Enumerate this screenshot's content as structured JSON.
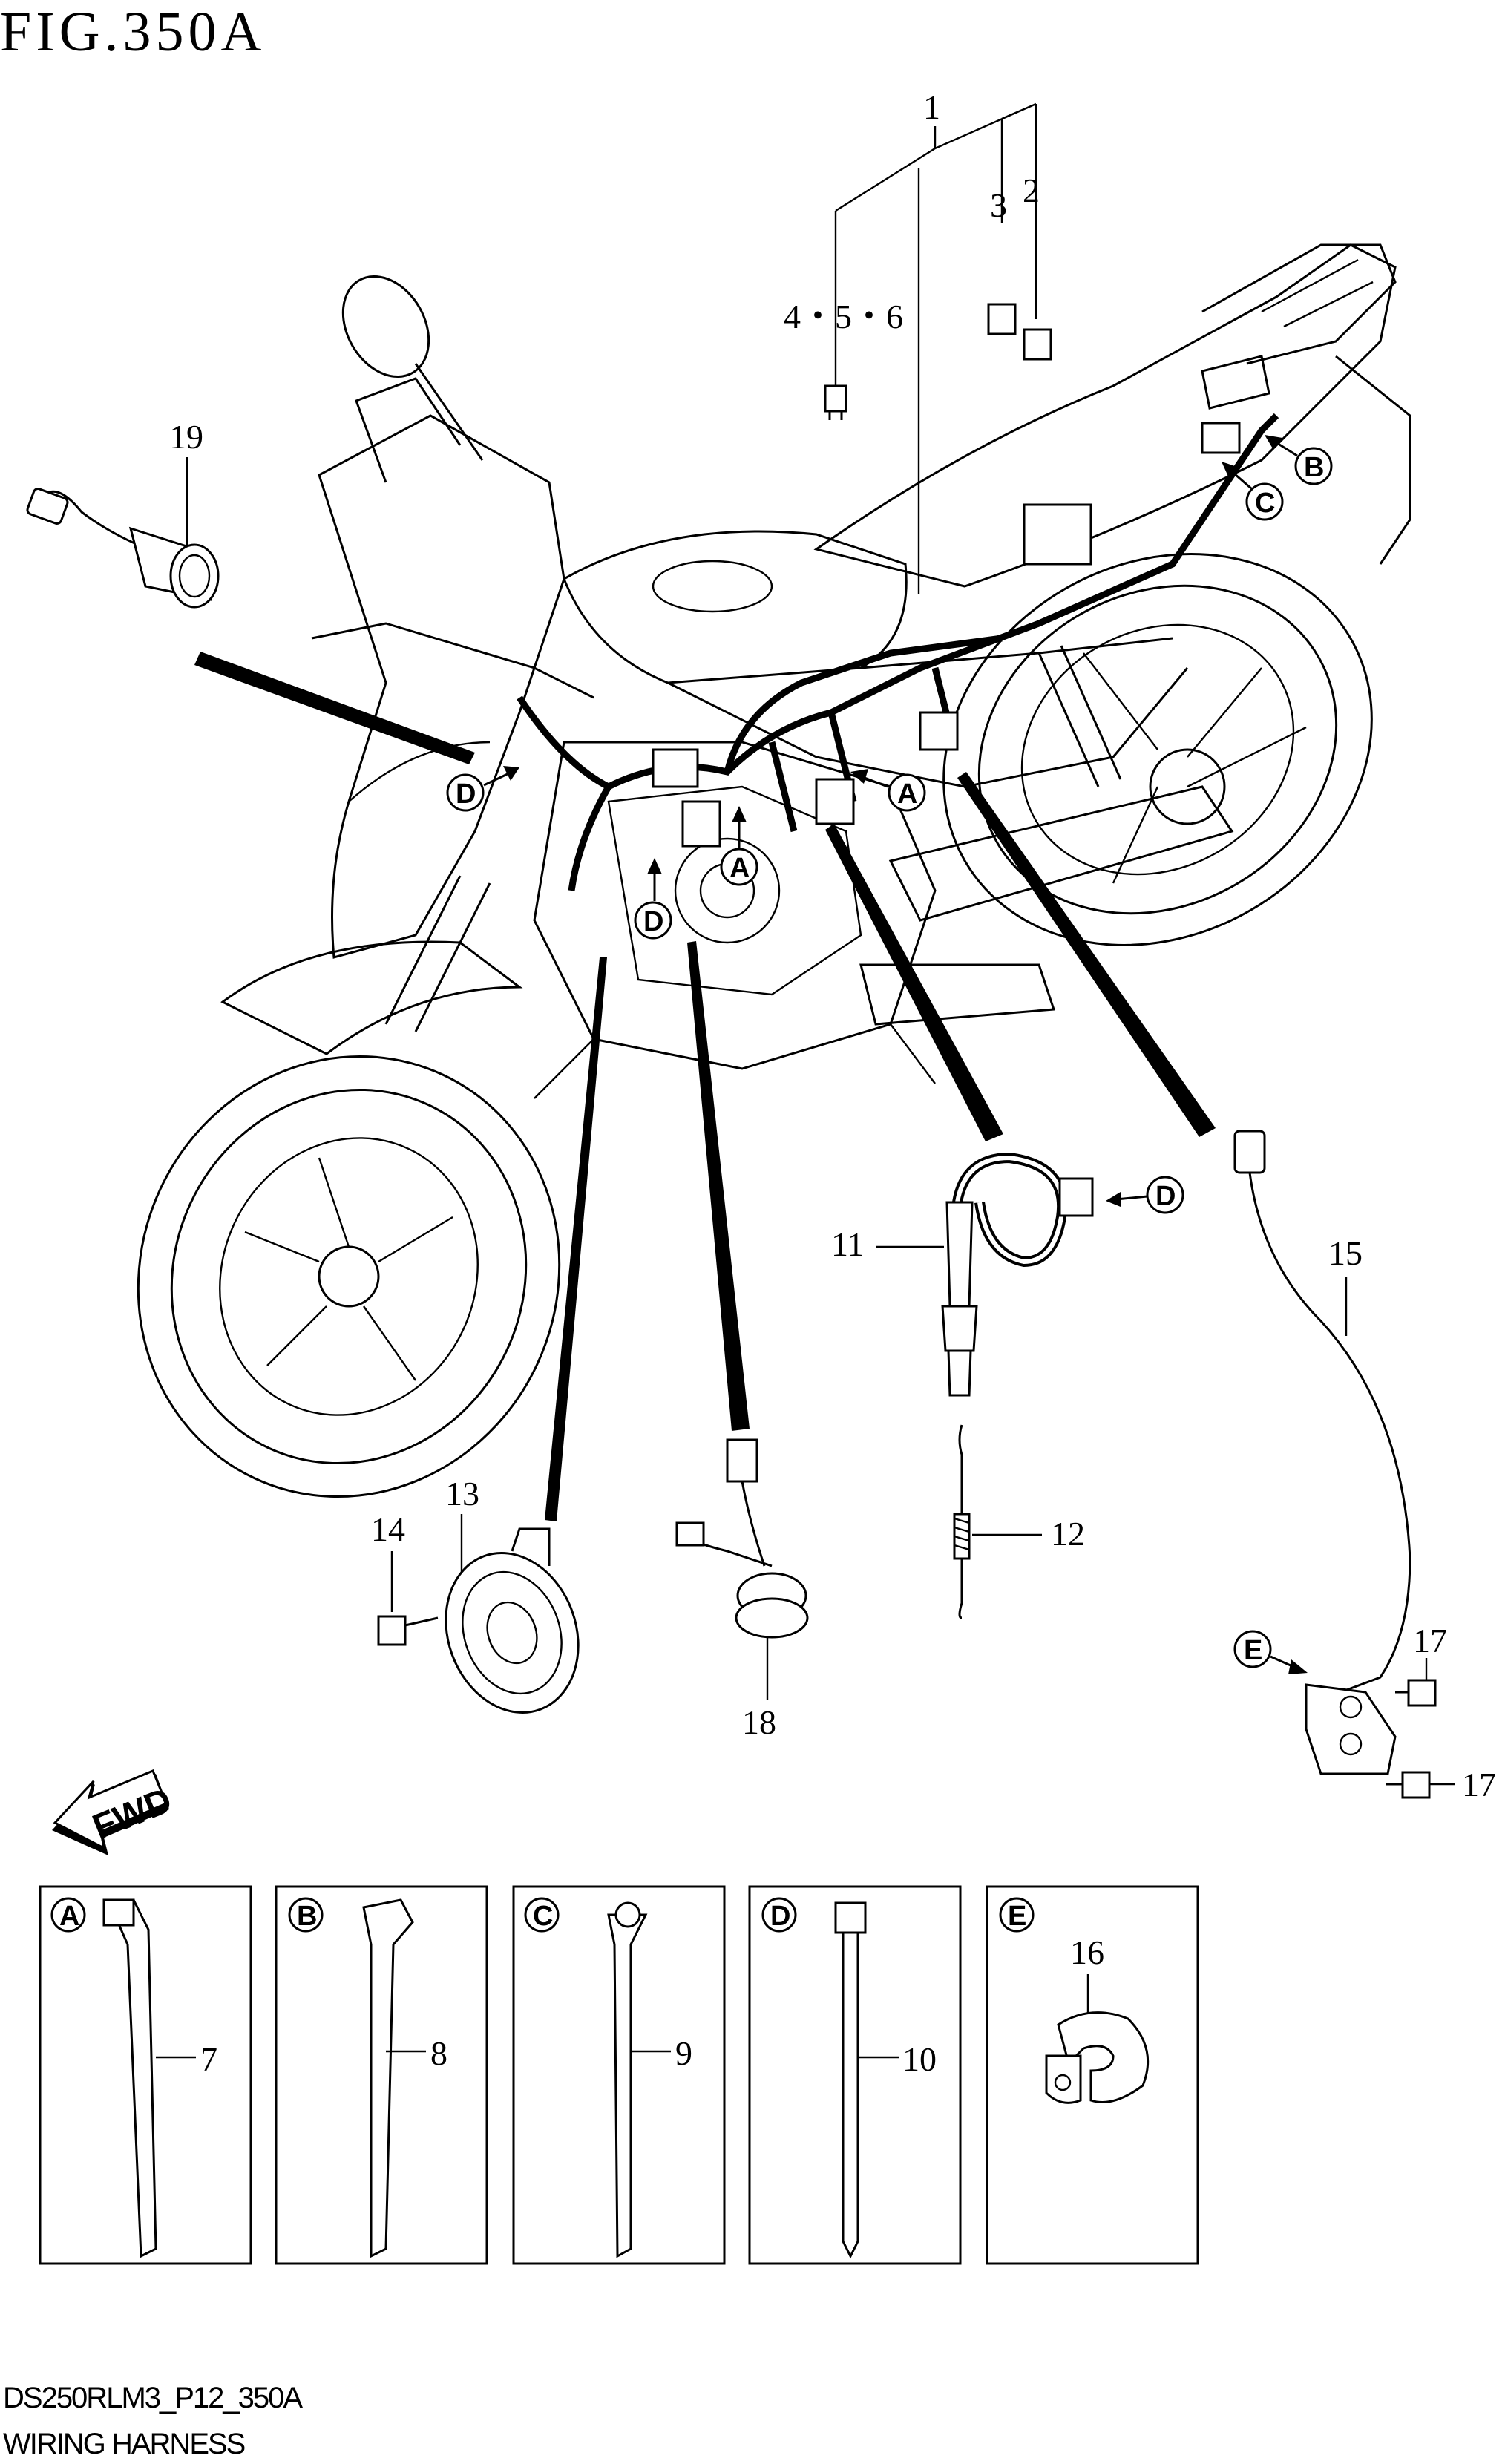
{
  "figure": {
    "title": "FIG.350A",
    "drawing_code": "DS250RLM3_P12_350A",
    "caption": "WIRING HARNESS",
    "direction_label": "FWD"
  },
  "part_labels": {
    "p1": "1",
    "p2": "2",
    "p3": "3",
    "p456": "4・5・6",
    "p7": "7",
    "p8": "8",
    "p9": "9",
    "p10": "10",
    "p11": "11",
    "p12": "12",
    "p13": "13",
    "p14": "14",
    "p15": "15",
    "p16": "16",
    "p17a": "17",
    "p17b": "17",
    "p18": "18",
    "p19": "19"
  },
  "callouts": {
    "A": "A",
    "B": "B",
    "C": "C",
    "D": "D",
    "E": "E"
  }
}
